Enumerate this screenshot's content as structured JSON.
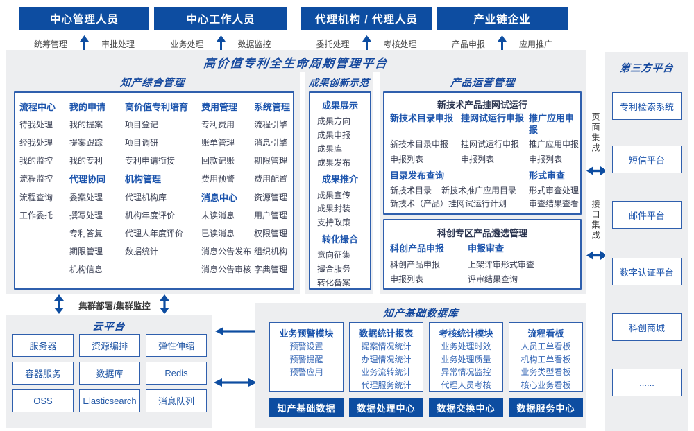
{
  "page": {
    "title": "高价值专利全生命周期管理平台"
  },
  "actors": [
    {
      "name": "中心管理人员",
      "left": "统筹管理",
      "right": "审批处理"
    },
    {
      "name": "中心工作人员",
      "left": "业务处理",
      "right": "数据监控"
    },
    {
      "name": "代理机构 / 代理人员",
      "left": "委托处理",
      "right": "考核处理"
    },
    {
      "name": "产业链企业",
      "left": "产品申报",
      "right": "应用推广"
    }
  ],
  "ip_mgmt": {
    "title": "知产综合管理",
    "columns": [
      {
        "rows": [
          [
            "h",
            "流程中心"
          ],
          [
            "i",
            "待我处理"
          ],
          [
            "i",
            "经我处理"
          ],
          [
            "i",
            "我的监控"
          ],
          [
            "i",
            "流程监控"
          ],
          [
            "i",
            "流程查询"
          ],
          [
            "i",
            "工作委托"
          ]
        ]
      },
      {
        "rows": [
          [
            "h",
            "我的申请"
          ],
          [
            "i",
            "我的提案"
          ],
          [
            "i",
            "提案跟踪"
          ],
          [
            "i",
            "我的专利"
          ],
          [
            "h",
            "代理协同"
          ],
          [
            "i",
            "委案处理"
          ],
          [
            "i",
            "撰写处理"
          ],
          [
            "i",
            "专利答复"
          ],
          [
            "i",
            "期限管理"
          ],
          [
            "i",
            "机构信息"
          ]
        ]
      },
      {
        "rows": [
          [
            "h",
            "高价值专利培育"
          ],
          [
            "i",
            "项目登记"
          ],
          [
            "i",
            "项目调研"
          ],
          [
            "i",
            "专利申请衔接"
          ],
          [
            "h",
            "机构管理"
          ],
          [
            "i",
            "代理机构库"
          ],
          [
            "i",
            "机构年度评价"
          ],
          [
            "i",
            "代理人年度评价"
          ],
          [
            "i",
            "数据统计"
          ]
        ]
      },
      {
        "rows": [
          [
            "h",
            "费用管理"
          ],
          [
            "i",
            "专利费用"
          ],
          [
            "i",
            "账单管理"
          ],
          [
            "i",
            "回款记账"
          ],
          [
            "i",
            "费用预警"
          ],
          [
            "h",
            "消息中心"
          ],
          [
            "i",
            "未读消息"
          ],
          [
            "i",
            "已读消息"
          ],
          [
            "i",
            "消息公告发布"
          ],
          [
            "i",
            "消息公告审核"
          ]
        ]
      },
      {
        "rows": [
          [
            "h",
            "系统管理"
          ],
          [
            "i",
            "流程引擎"
          ],
          [
            "i",
            "消息引擎"
          ],
          [
            "i",
            "期限管理"
          ],
          [
            "i",
            "费用配置"
          ],
          [
            "i",
            "资源管理"
          ],
          [
            "i",
            "用户管理"
          ],
          [
            "i",
            "权限管理"
          ],
          [
            "i",
            "组织机构"
          ],
          [
            "i",
            "字典管理"
          ]
        ]
      }
    ]
  },
  "achievement": {
    "title": "成果创新示范",
    "groups": [
      {
        "header": "成果展示",
        "items": [
          "成果方向",
          "成果申报",
          "成果库",
          "成果发布"
        ]
      },
      {
        "header": "成果推介",
        "items": [
          "成果宣传",
          "成果封装",
          "支持政策"
        ]
      },
      {
        "header": "转化撮合",
        "items": [
          "意向征集",
          "撮合服务",
          "转化备案"
        ]
      }
    ]
  },
  "product_ops": {
    "title": "产品运营管理",
    "trial": {
      "title": "新技术产品挂网试运行",
      "cols": [
        {
          "header": "新技术目录申报",
          "items": [
            "新技术目录申报",
            "申报列表"
          ]
        },
        {
          "header": "挂网试运行申报",
          "items": [
            "挂网试运行申报",
            "申报列表"
          ]
        },
        {
          "header": "推广应用申报",
          "items": [
            "推广应用申报",
            "申报列表"
          ]
        }
      ],
      "catalog": {
        "header": "目录发布查询",
        "row1": [
          "新技术目录",
          "新技术推广应用目录"
        ],
        "row2": "新技术（产品）挂网试运行计划"
      },
      "review": {
        "header": "形式审查",
        "items": [
          "形式审查处理",
          "审查结果查看"
        ]
      }
    },
    "selection": {
      "title": "科创专区产品遴选管理",
      "cols": [
        {
          "header": "科创产品申报",
          "items": [
            "科创产品申报",
            "申报列表"
          ]
        },
        {
          "header": "申报审查",
          "items": [
            "上架评审形式审查",
            "评审结果查询"
          ]
        }
      ]
    }
  },
  "cloud": {
    "title": "云平台",
    "cells": [
      "服务器",
      "资源编排",
      "弹性伸缩",
      "容器服务",
      "数据库",
      "Redis",
      "OSS",
      "Elasticsearch",
      "消息队列"
    ]
  },
  "database": {
    "title": "知产基础数据库",
    "modules": [
      {
        "header": "业务预警模块",
        "items": [
          "预警设置",
          "预警提醒",
          "预警应用"
        ]
      },
      {
        "header": "数据统计报表",
        "items": [
          "提案情况统计",
          "办理情况统计",
          "业务流转统计",
          "代理服务统计"
        ]
      },
      {
        "header": "考核统计模块",
        "items": [
          "业务处理时效",
          "业务处理质量",
          "异常情况监控",
          "代理人员考核"
        ]
      },
      {
        "header": "流程看板",
        "items": [
          "人员工单看板",
          "机构工单看板",
          "业务类型看板",
          "核心业务看板"
        ]
      }
    ],
    "banners": [
      "知产基础数据",
      "数据处理中心",
      "数据交换中心",
      "数据服务中心"
    ]
  },
  "third_party": {
    "title": "第三方平台",
    "items": [
      "专利检索系统",
      "短信平台",
      "邮件平台",
      "数字认证平台",
      "科创商城",
      "......"
    ]
  },
  "connectors": {
    "cluster": "集群部署/集群监控",
    "page_integration": "页面集成",
    "api_integration": "接口集成"
  },
  "colors": {
    "header_bg": "#0d4da1",
    "accent_blue": "#16499e",
    "border_blue": "#2f5fad",
    "panel_gray": "#edeef0",
    "item_dark": "#3e4357",
    "item_blue": "#3466b5"
  }
}
